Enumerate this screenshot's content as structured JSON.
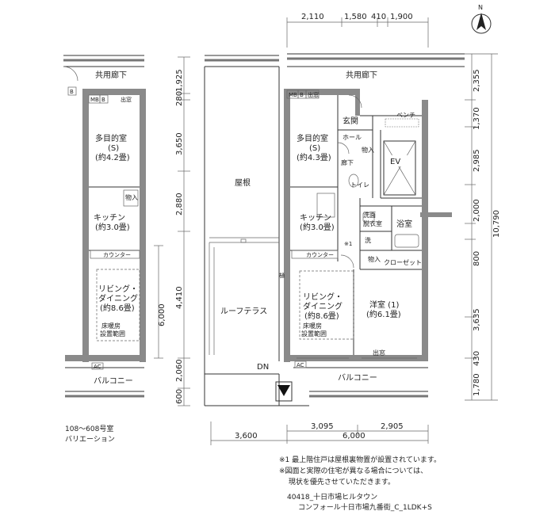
{
  "compass": {
    "north": "N"
  },
  "dims_top": [
    "2,110",
    "1,580",
    "410",
    "1,900"
  ],
  "dims_right": [
    "2,355",
    "1,370",
    "2,985",
    "2,000",
    "800",
    "3,635",
    "430",
    "1,780"
  ],
  "dim_right_total": "10,790",
  "dims_left": [
    "1,925",
    "280",
    "3,650",
    "2,880",
    "4,410",
    "2,060",
    "600"
  ],
  "dim_left_sub": "6,000",
  "dims_bottom": {
    "row1": [
      "3,095",
      "2,905"
    ],
    "row2": [
      "3,600",
      "6,000"
    ]
  },
  "main_plan": {
    "corridor": "共用廊下",
    "roof": "屋根",
    "roof_terrace": "ルーフテラス",
    "balcony": "バルコニー",
    "multi_room": [
      "多目的室",
      "(S)",
      "(約4.3畳)"
    ],
    "kitchen": [
      "キッチン",
      "(約3.0畳)"
    ],
    "living": [
      "リビング・",
      "ダイニング",
      "(約8.6畳)"
    ],
    "floor_heating": [
      "床暖房",
      "設置範囲"
    ],
    "western": [
      "洋室 (1)",
      "(約6.1畳)"
    ],
    "entrance": "玄関",
    "hall": "ホール",
    "hallway": "廊下",
    "storage": "物入",
    "toilet": "トイレ",
    "ev": "EV",
    "bench": "ベンチ",
    "washroom": [
      "洗面",
      "脱衣室"
    ],
    "bath": "浴室",
    "wash": "洗",
    "closet": "クローゼット",
    "counter": "カウンター",
    "bay": "出窓",
    "note_mark": "※1",
    "dn": "DN",
    "ac": "AC",
    "mb": "MB",
    "b": "B",
    "eave": "樋",
    "side_label": "出窓"
  },
  "variant_plan": {
    "corridor": "共用廊下",
    "multi_room": [
      "多目的室",
      "(S)",
      "(約4.2畳)"
    ],
    "kitchen": [
      "キッチン",
      "(約3.0畳)"
    ],
    "living": [
      "リビング・",
      "ダイニング",
      "(約8.6畳)"
    ],
    "floor_heating": [
      "床暖房",
      "設置範囲"
    ],
    "counter": "カウンター",
    "storage": "物入",
    "balcony": "バルコニー",
    "ac": "AC",
    "mb": "MB",
    "b": "B",
    "bay": "出窓",
    "caption": [
      "108～608号室",
      "バリエーション"
    ]
  },
  "notes": [
    "※1 最上階住戸は屋根裏物置が設置されています。",
    "※図面と実際の住宅が異なる場合については、",
    "　 現状を優先させていただきます。"
  ],
  "footer": [
    "40418_十日市場ヒルタウン",
    "コンフォール十日市場九番街_C_1LDK+S"
  ]
}
